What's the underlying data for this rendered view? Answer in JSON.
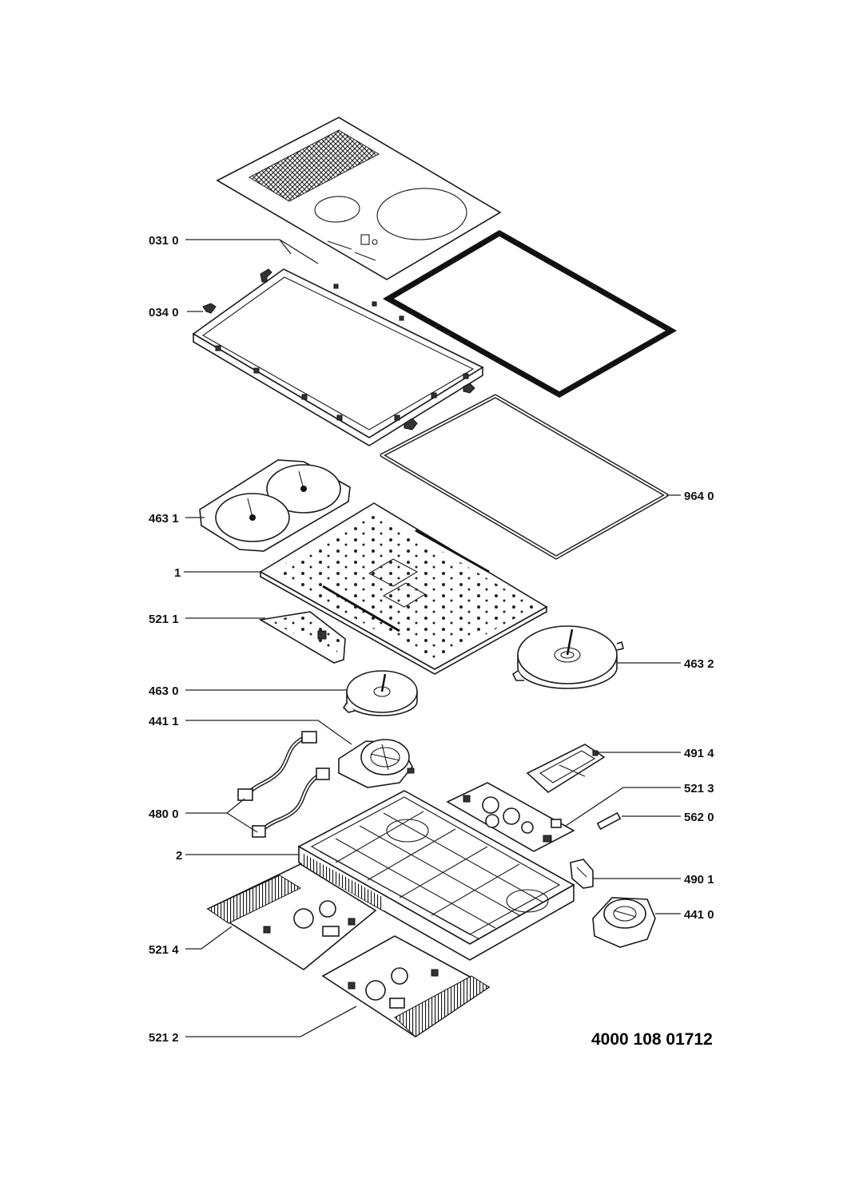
{
  "document_number": "4000 108 01712",
  "labels": {
    "p0310": "031 0",
    "p0340": "034 0",
    "p4631": "463 1",
    "p1": "1",
    "p5211": "521 1",
    "p4630": "463 0",
    "p4411": "441 1",
    "p4800": "480 0",
    "p2": "2",
    "p5214": "521 4",
    "p5212": "521 2",
    "p9640": "964 0",
    "p4632": "463 2",
    "p4914": "491 4",
    "p5213": "521 3",
    "p5620": "562 0",
    "p4901": "490 1",
    "p4410": "441 0"
  }
}
